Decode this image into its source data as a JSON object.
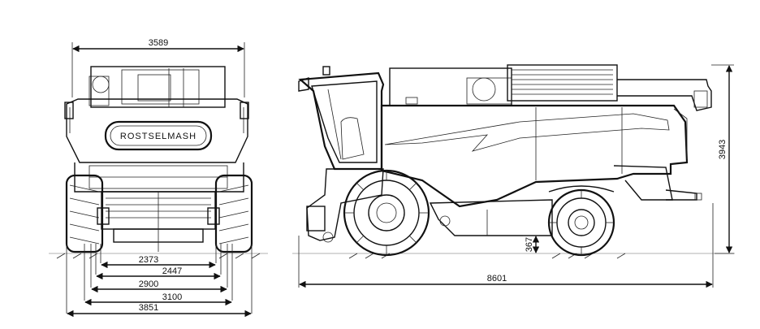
{
  "front_view": {
    "logo_text": "ROSTSELMASH",
    "dimensions": {
      "top_width": "3589",
      "track_1": "2373",
      "track_2": "2447",
      "width_1": "2900",
      "width_2": "3100",
      "width_overall": "3851"
    }
  },
  "side_view": {
    "dimensions": {
      "length_overall": "8601",
      "height_overall": "3943",
      "ground_clearance": "367"
    }
  }
}
